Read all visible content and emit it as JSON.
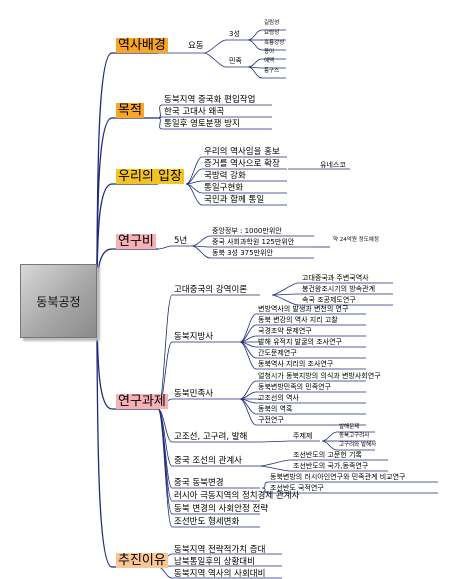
{
  "colors": {
    "branch_line": "#1f2a7a",
    "center_fill": "#a8a8a8",
    "orange": "#f7a628",
    "gold": "#f3c322",
    "pink": "#f6b1b4",
    "peach": "#f9c796"
  },
  "center": "동북공정",
  "branches": {
    "b1": {
      "label": "역사배경",
      "color": "orange",
      "l1": [
        "요동"
      ],
      "l2": [
        "3성",
        "민족"
      ],
      "l3": [
        "길림성",
        "요령성",
        "흑룡강성",
        "몽이",
        "예맥",
        "퉁구스"
      ]
    },
    "b2": {
      "label": "목적",
      "color": "orange",
      "l1": [
        "동북지역 중국화 편입작업",
        "한국 고대사 왜곡",
        "통일후 영토분쟁 방지"
      ]
    },
    "b3": {
      "label": "우리의 입장",
      "color": "gold",
      "l1": [
        "우리의 역사임을 홍보",
        "증거를 역사으로 확장",
        "국방력 강화",
        "통일구현화",
        "국민과 함께 통일"
      ],
      "l2": [
        "유네스코"
      ]
    },
    "b4": {
      "label": "연구비",
      "color": "pink",
      "l1": [
        "5년"
      ],
      "l2": [
        "중앙정부 : 1000만위안",
        "중국 사회과학원 125만위안",
        "동북 3성 375만위안"
      ],
      "l3": [
        "약 24억원 정도예정"
      ]
    },
    "b5": {
      "label": "연구과제",
      "color": "pink",
      "l1": [
        "고대중국의 강역이론",
        "동북지방사",
        "동북민족사",
        "고조선, 고구려, 발해",
        "중국 조선의 관계사",
        "중국 동북변경",
        "러시아 극동지역의 정치경제 관계사",
        "동북 변경의 사회안정 전략",
        "조선반도 형세변화"
      ],
      "l2": [
        "고대중국과 주변국역사",
        "봉건왕조시기의 방속관계",
        "속국 조공제도연구",
        "변방역사의 발생과 변천의 연구",
        "동북 변강의 역사 지리 고찰",
        "국경조약 문제연구",
        "발해 유적지 발굴의 조사연구",
        "간도문제연구",
        "동북역사 지리의 조사연구",
        "얼청시가 동북지방의 의식과 변방사회연구",
        "동북변방민족의 민족연구",
        "고조선의 역사",
        "동북의 역혹",
        "구전연구",
        "주제제",
        "조선반도의 고문헌 기록",
        "조선반도의 국가,동족연구",
        "동북변방의 러시아인연구와 민족관계 비교연구",
        "조선반도 국적연구"
      ],
      "l3": [
        "발해문제",
        "동북고구려사",
        "고구려와 발해사"
      ]
    },
    "b6": {
      "label": "추진이유",
      "color": "peach",
      "l1": [
        "동북지역 전략적가치 증대",
        "남북통일후의 상황대비",
        "동북지역 역사의 사회대비"
      ]
    }
  }
}
